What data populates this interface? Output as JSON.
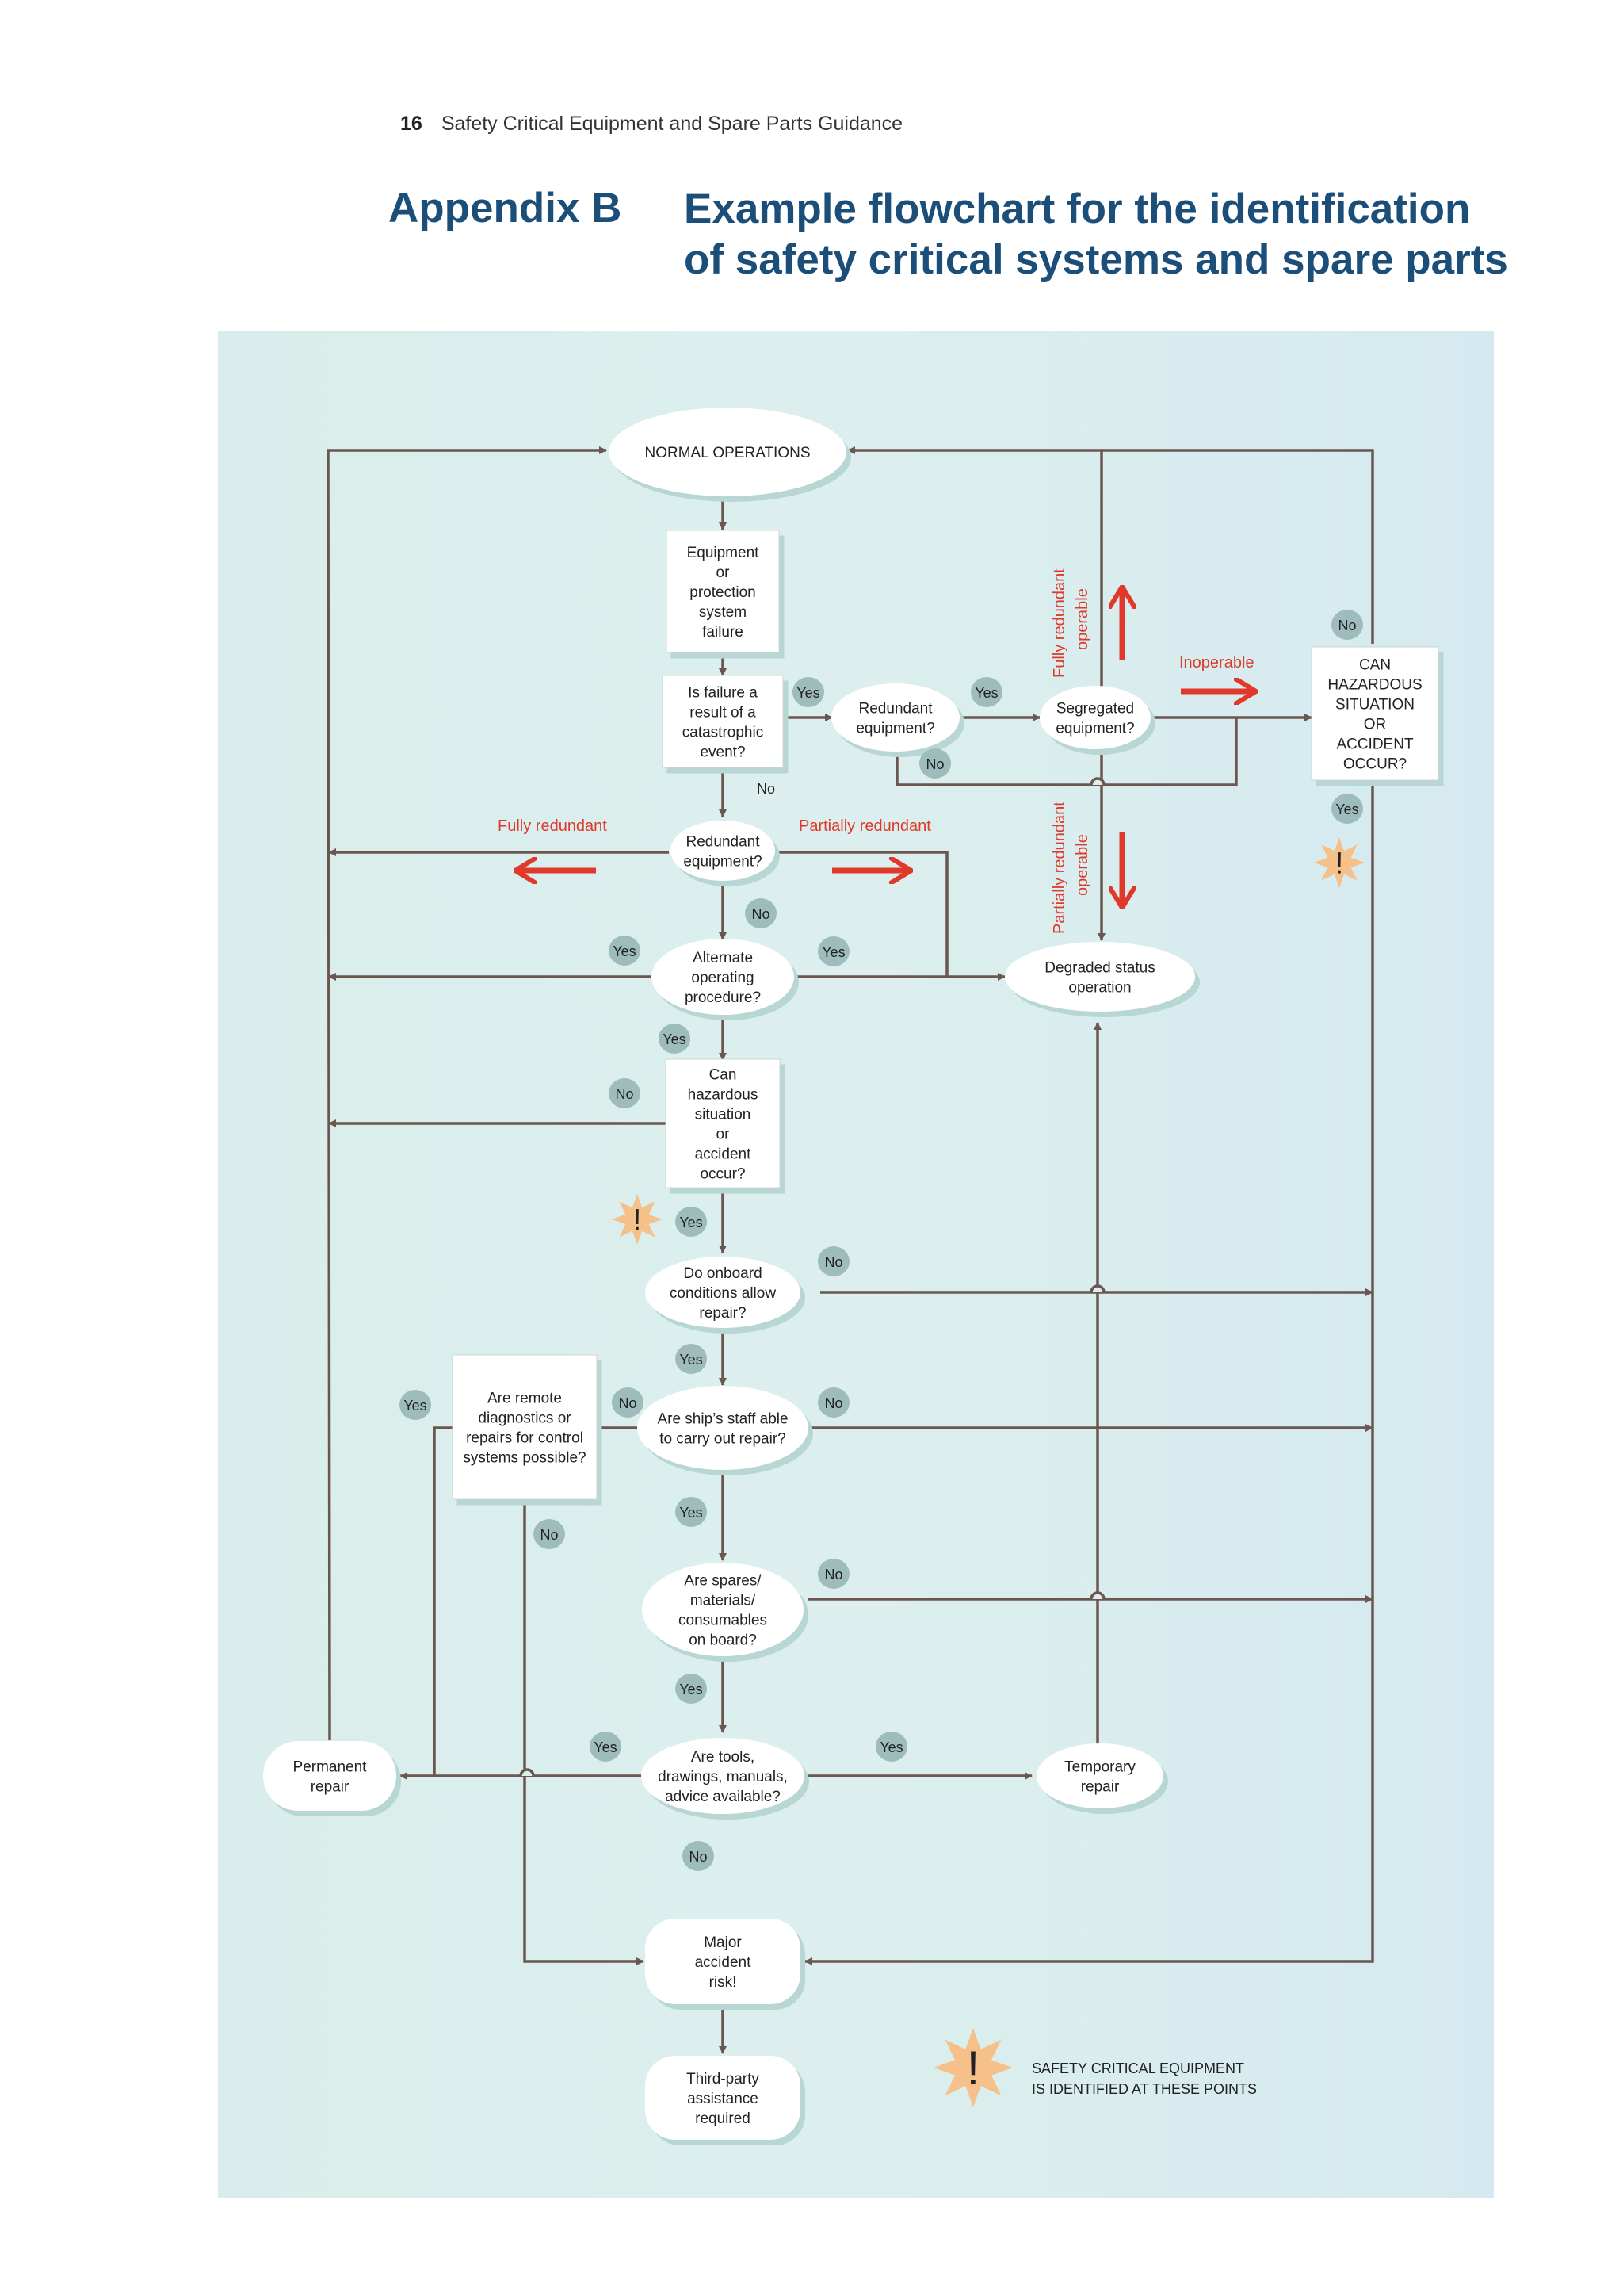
{
  "header": {
    "page_number": "16",
    "doc_title": "Safety Critical Equipment and Spare Parts Guidance",
    "appendix": "Appendix B",
    "title_line1": "Example flowchart for the identification",
    "title_line2": "of safety critical systems and spare parts"
  },
  "colors": {
    "heading": "#1c4e7a",
    "panel": "#dcefee",
    "line": "#6b5650",
    "red": "#e0392b",
    "badge": "#9fbcbc",
    "star": "#f6c08a"
  },
  "nodes": {
    "normal": [
      "NORMAL OPERATIONS"
    ],
    "failure": [
      "Equipment",
      "or",
      "protection",
      "system",
      "failure"
    ],
    "catastrophic": [
      "Is failure a",
      "result of a",
      "catastrophic",
      "event?"
    ],
    "redundant_top": [
      "Redundant",
      "equipment?"
    ],
    "segregated": [
      "Segregated",
      "equipment?"
    ],
    "hazard_right": [
      "CAN",
      "HAZARDOUS",
      "SITUATION",
      "OR",
      "ACCIDENT",
      "OCCUR?"
    ],
    "redundant_mid": [
      "Redundant",
      "equipment?"
    ],
    "alternate": [
      "Alternate",
      "operating",
      "procedure?"
    ],
    "degraded": [
      "Degraded status",
      "operation"
    ],
    "hazard_mid": [
      "Can",
      "hazardous",
      "situation",
      "or",
      "accident",
      "occur?"
    ],
    "onboard": [
      "Do onboard",
      "conditions allow",
      "repair?"
    ],
    "remote": [
      "Are remote",
      "diagnostics or",
      "repairs for control",
      "systems possible?"
    ],
    "staff": [
      "Are ship’s staff able",
      "to carry out repair?"
    ],
    "spares": [
      "Are spares/",
      "materials/",
      "consumables",
      "on board?"
    ],
    "tools": [
      "Are tools,",
      "drawings, manuals,",
      "advice available?"
    ],
    "permanent": [
      "Permanent",
      "repair"
    ],
    "temporary": [
      "Temporary",
      "repair"
    ],
    "major": [
      "Major",
      "accident",
      "risk!"
    ],
    "thirdparty": [
      "Third-party",
      "assistance",
      "required"
    ]
  },
  "labels": {
    "yes": "Yes",
    "no": "No",
    "inoperable": "Inoperable",
    "fully_redundant": "Fully redundant",
    "partially_redundant": "Partially redundant",
    "fully_redundant_operable": [
      "Fully redundant",
      "operable"
    ],
    "partially_redundant_operable": [
      "Partially redundant",
      "operable"
    ],
    "exclamation": "!"
  },
  "legend": {
    "line1": "SAFETY CRITICAL EQUIPMENT",
    "line2": "IS IDENTIFIED AT THESE POINTS"
  }
}
